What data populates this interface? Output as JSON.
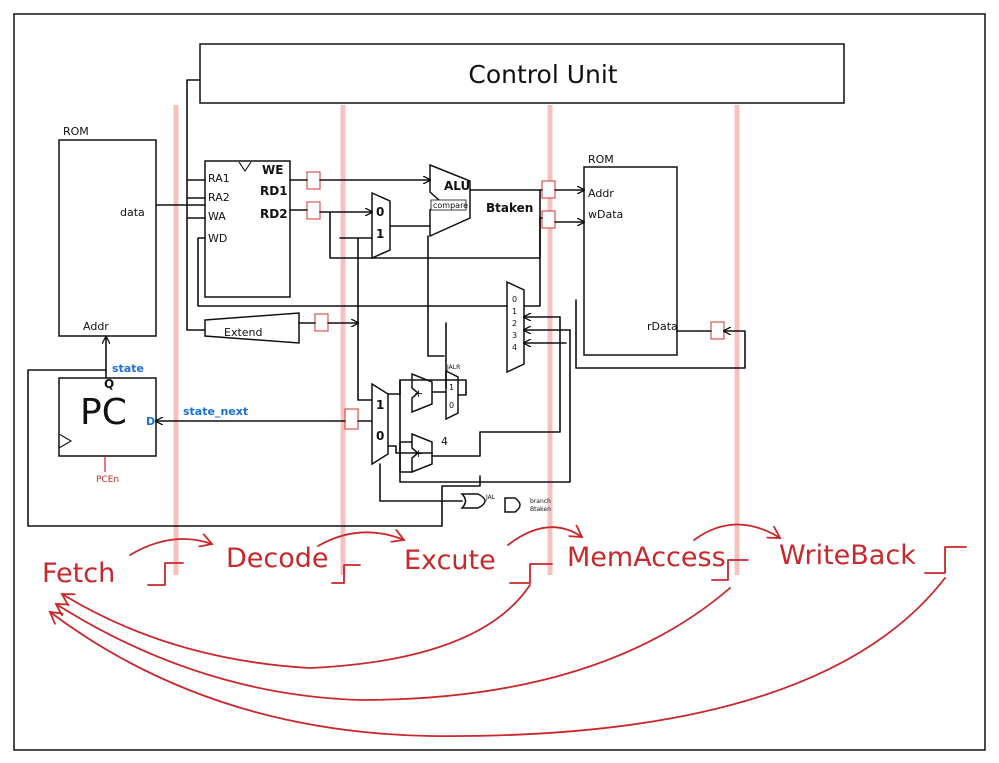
{
  "control_unit": {
    "label": "Control Unit"
  },
  "rom_left": {
    "title": "ROM",
    "data_port": "data",
    "addr_port": "Addr"
  },
  "regfile": {
    "ra1": "RA1",
    "ra2": "RA2",
    "wa": "WA",
    "wd": "WD",
    "we": "WE",
    "rd1": "RD1",
    "rd2": "RD2"
  },
  "alu": {
    "label": "ALU",
    "compare": "compare",
    "btaken": "Btaken"
  },
  "mux_b": {
    "in0": "0",
    "in1": "1"
  },
  "rom_right": {
    "title": "ROM",
    "addr": "Addr",
    "wdata": "wData",
    "rdata": "rData"
  },
  "wb_mux": {
    "in0": "0",
    "in1": "1",
    "in2": "2",
    "in3": "3",
    "in4": "4"
  },
  "extend": {
    "label": "Extend"
  },
  "pc": {
    "label": "PC",
    "q": "Q",
    "d": "D",
    "state": "state",
    "state_next": "state_next",
    "pcen": "PCEn"
  },
  "pc_mux": {
    "in1": "1",
    "in0": "0"
  },
  "jalr_mux": {
    "sel_label": "JALR",
    "in1": "1",
    "in0": "0"
  },
  "adder_top": {
    "sign": "+"
  },
  "adder_bottom": {
    "sign": "+",
    "const": "4"
  },
  "gates": {
    "jal": "JAL",
    "branch": "branch",
    "btaken": "Btaken"
  },
  "stages": [
    "Fetch",
    "Decode",
    "Excute",
    "MemAccess",
    "WriteBack"
  ]
}
